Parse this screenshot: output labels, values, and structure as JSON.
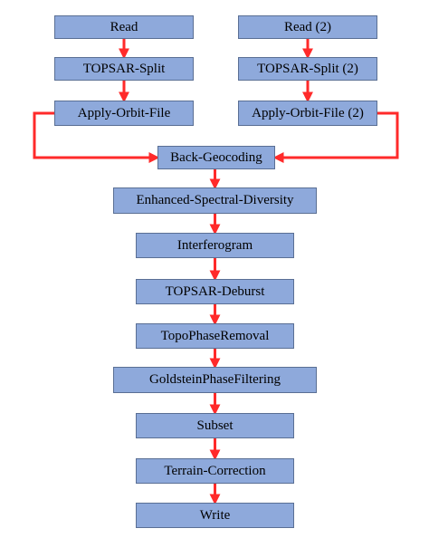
{
  "colors": {
    "node_fill": "#8ea9db",
    "node_border": "#5a6f94",
    "arrow": "#ff2a2a"
  },
  "nodes": {
    "read": "Read",
    "read2": "Read (2)",
    "split": "TOPSAR-Split",
    "split2": "TOPSAR-Split (2)",
    "orbit": "Apply-Orbit-File",
    "orbit2": "Apply-Orbit-File (2)",
    "backgeo": "Back-Geocoding",
    "esd": "Enhanced-Spectral-Diversity",
    "ifg": "Interferogram",
    "deburst": "TOPSAR-Deburst",
    "topo": "TopoPhaseRemoval",
    "goldstein": "GoldsteinPhaseFiltering",
    "subset": "Subset",
    "terrain": "Terrain-Correction",
    "write": "Write"
  },
  "edges": [
    [
      "read",
      "split"
    ],
    [
      "split",
      "orbit"
    ],
    [
      "read2",
      "split2"
    ],
    [
      "split2",
      "orbit2"
    ],
    [
      "orbit",
      "backgeo"
    ],
    [
      "orbit2",
      "backgeo"
    ],
    [
      "backgeo",
      "esd"
    ],
    [
      "esd",
      "ifg"
    ],
    [
      "ifg",
      "deburst"
    ],
    [
      "deburst",
      "topo"
    ],
    [
      "topo",
      "goldstein"
    ],
    [
      "goldstein",
      "subset"
    ],
    [
      "subset",
      "terrain"
    ],
    [
      "terrain",
      "write"
    ]
  ]
}
